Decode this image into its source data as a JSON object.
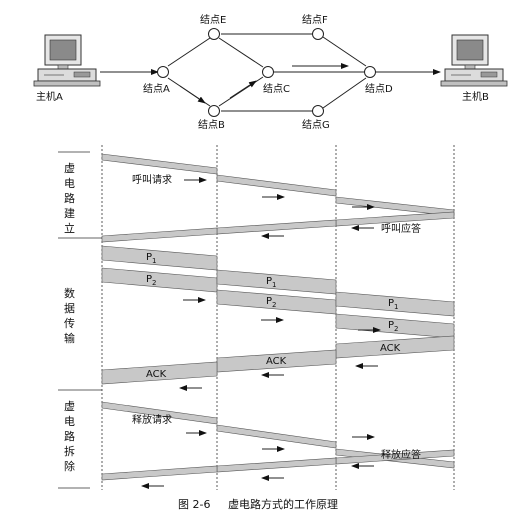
{
  "topology": {
    "hosts": [
      {
        "id": "A",
        "label": "主机A"
      },
      {
        "id": "B",
        "label": "主机B"
      }
    ],
    "nodes": [
      {
        "id": "A",
        "label": "结点A"
      },
      {
        "id": "B",
        "label": "结点B"
      },
      {
        "id": "C",
        "label": "结点C"
      },
      {
        "id": "D",
        "label": "结点D"
      },
      {
        "id": "E",
        "label": "结点E"
      },
      {
        "id": "F",
        "label": "结点F"
      },
      {
        "id": "G",
        "label": "结点G"
      }
    ],
    "links": [
      [
        "A",
        "E"
      ],
      [
        "A",
        "B"
      ],
      [
        "E",
        "F"
      ],
      [
        "E",
        "C"
      ],
      [
        "B",
        "C"
      ],
      [
        "B",
        "G"
      ],
      [
        "C",
        "D"
      ],
      [
        "F",
        "D"
      ],
      [
        "G",
        "D"
      ]
    ],
    "path": [
      "A",
      "B",
      "C",
      "D"
    ]
  },
  "phases": [
    {
      "label": "虚电路建立",
      "chars": [
        "虚",
        "电",
        "路",
        "建",
        "立"
      ]
    },
    {
      "label": "数据传输",
      "chars": [
        "数",
        "据",
        "传",
        "输"
      ]
    },
    {
      "label": "虚电路拆除",
      "chars": [
        "虚",
        "电",
        "路",
        "拆",
        "除"
      ]
    }
  ],
  "messages": {
    "call_request": "呼叫请求",
    "call_accept": "呼叫应答",
    "p1_base": "P",
    "p1_sub": "1",
    "p2_base": "P",
    "p2_sub": "2",
    "ack": "ACK",
    "release_request": "释放请求",
    "release_accept": "释放应答"
  },
  "caption": {
    "number": "图 2-6",
    "title": "虚电路方式的工作原理"
  }
}
